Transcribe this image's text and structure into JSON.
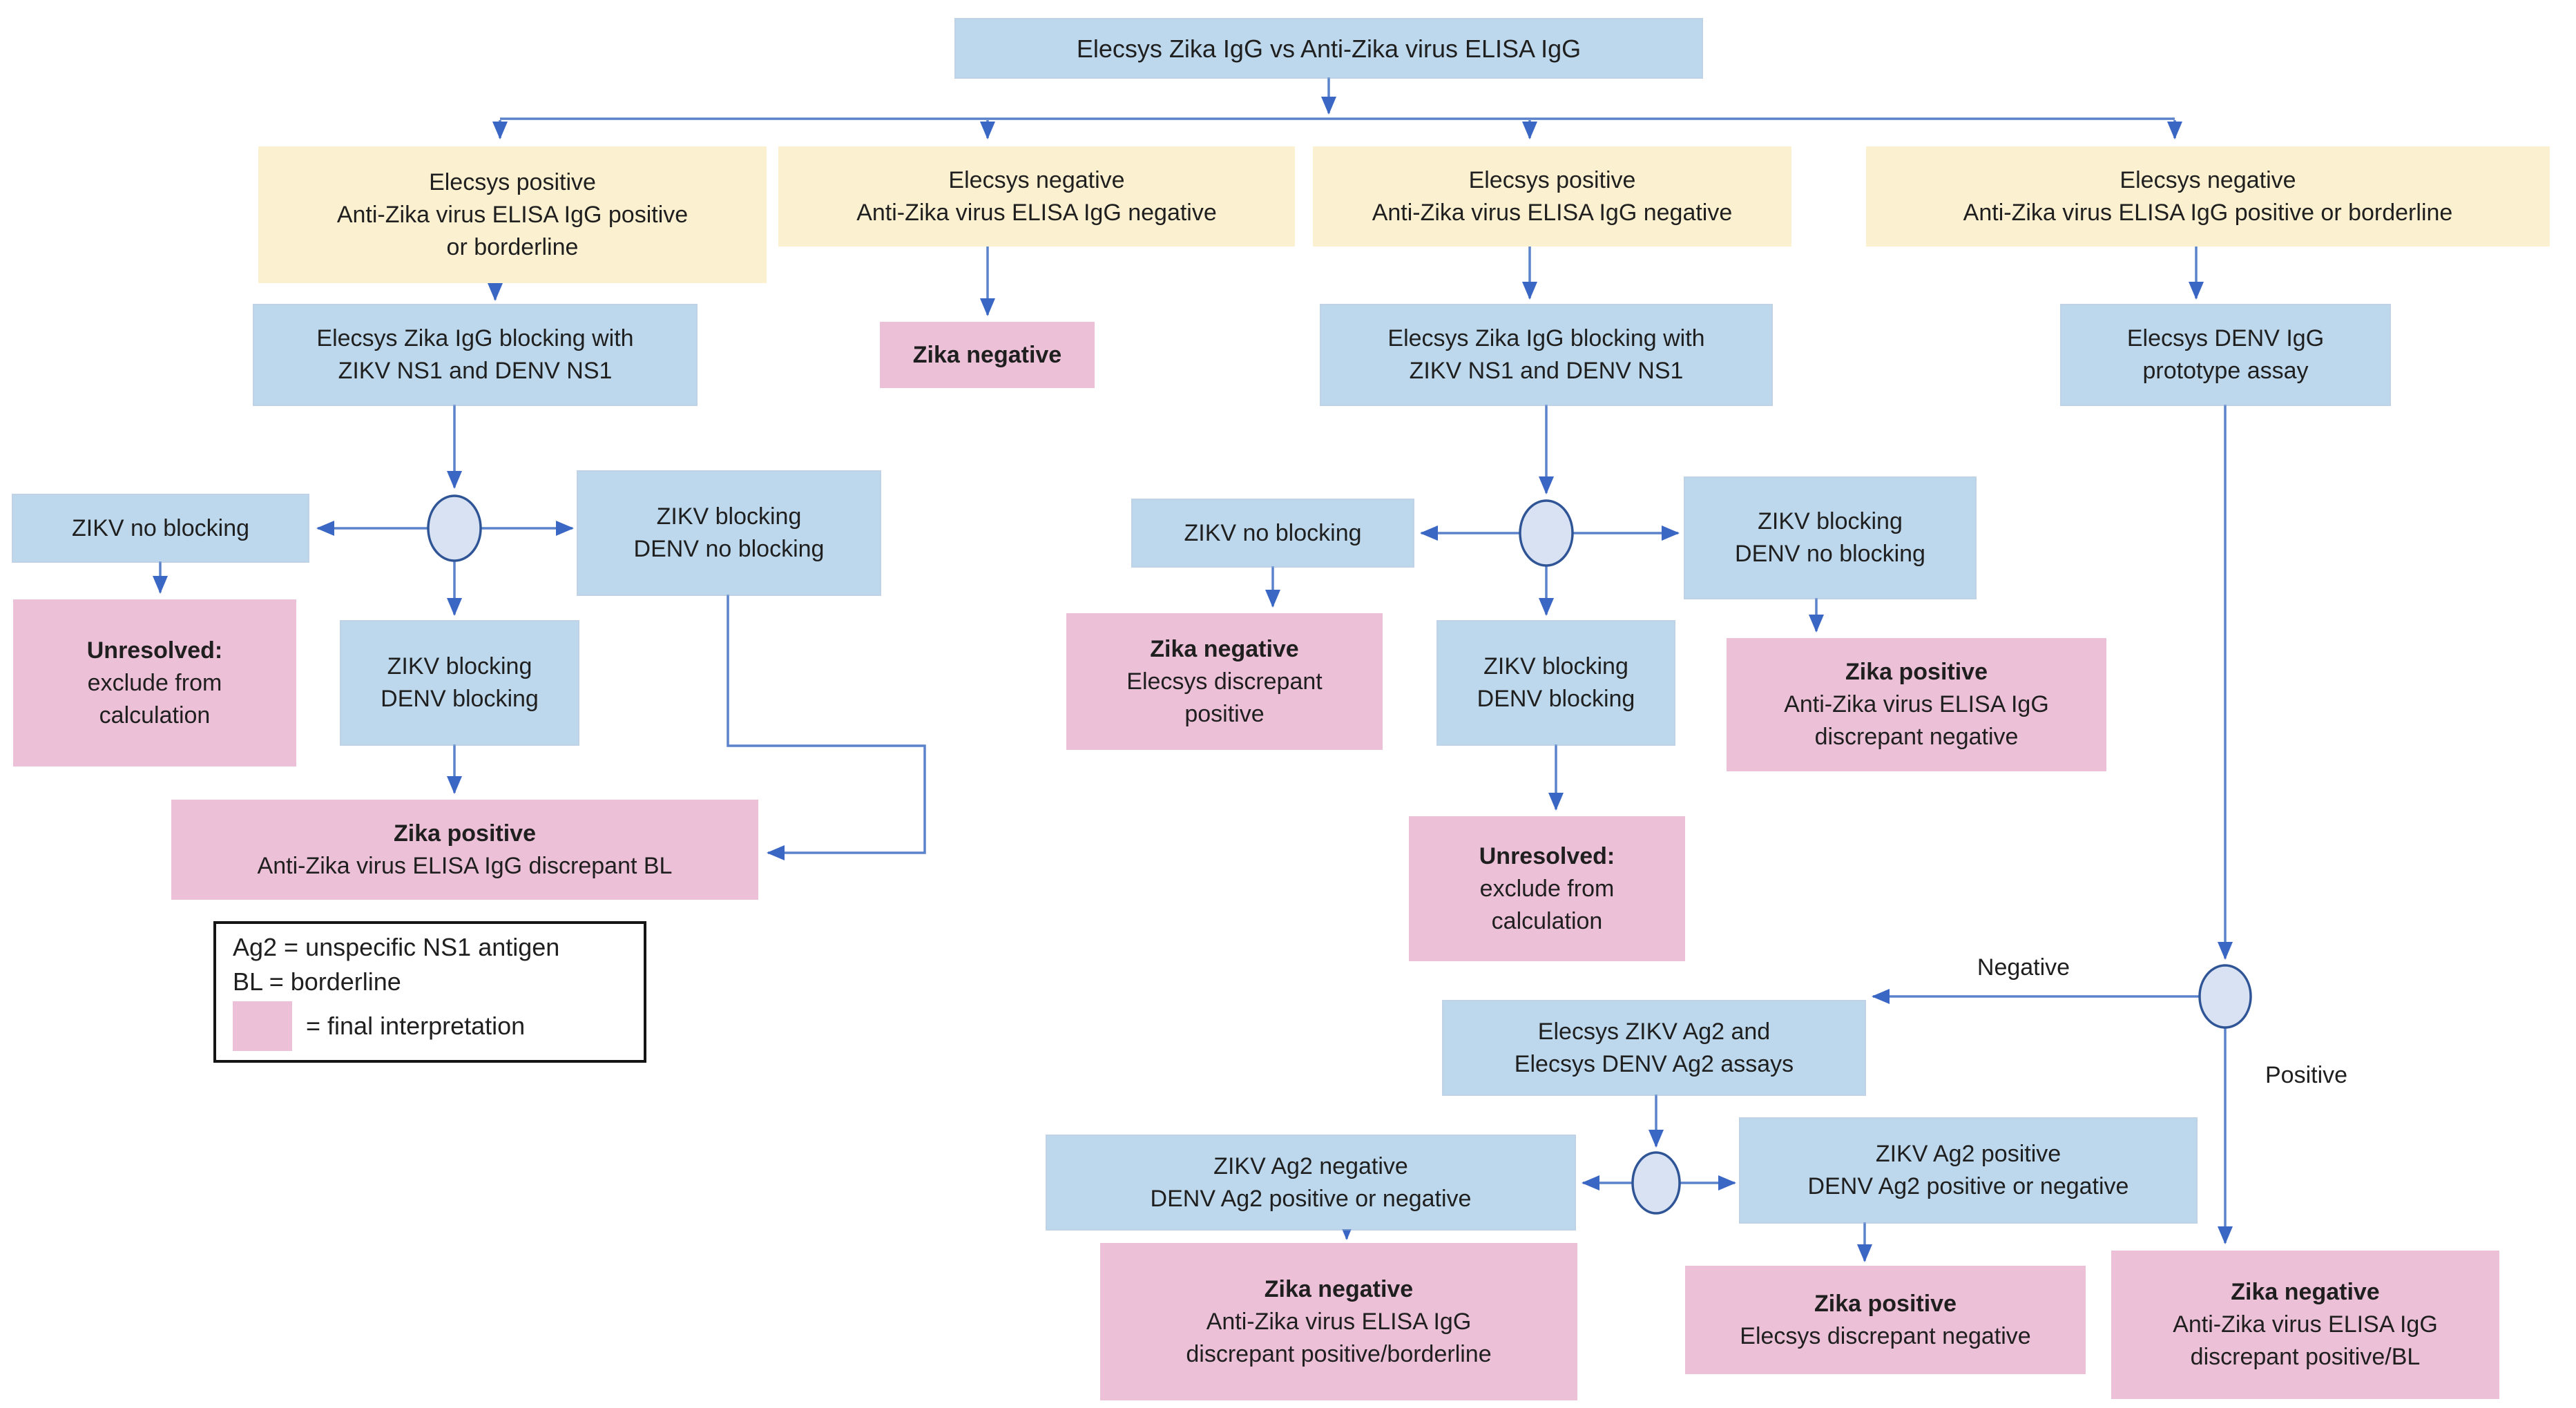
{
  "diagram": {
    "title": "Elecsys Zika IgG vs Anti-Zika virus ELISA IgG",
    "colors": {
      "condition_fill": "#FBF0D0",
      "process_fill": "#BDD8EC",
      "final_interpretation_fill": "#ECC0D7",
      "connector_line": "#5B83CC",
      "arrowhead": "#3A66C4",
      "junction_fill": "#D9E2F3",
      "junction_stroke": "#2F5597"
    },
    "branch_labels": {
      "negative": "Negative",
      "positive": "Positive"
    },
    "nodes": {
      "cond1": {
        "lines": [
          "Elecsys positive",
          "Anti-Zika virus ELISA IgG positive",
          "or borderline"
        ]
      },
      "cond2": {
        "lines": [
          "Elecsys negative",
          "Anti-Zika virus ELISA IgG negative"
        ]
      },
      "cond3": {
        "lines": [
          "Elecsys positive",
          "Anti-Zika virus ELISA IgG negative"
        ]
      },
      "cond4": {
        "lines": [
          "Elecsys negative",
          "Anti-Zika virus ELISA IgG positive or borderline"
        ]
      },
      "block_left": {
        "lines": [
          "Elecsys Zika IgG blocking with",
          "ZIKV NS1 and DENV NS1"
        ]
      },
      "zika_negative_simple": {
        "lines": [
          "Zika negative"
        ]
      },
      "block_mid": {
        "lines": [
          "Elecsys Zika IgG blocking with",
          "ZIKV NS1 and DENV NS1"
        ]
      },
      "denv_prototype": {
        "lines": [
          "Elecsys DENV IgG",
          "prototype assay"
        ]
      },
      "zikv_no_blocking_left": {
        "lines": [
          "ZIKV no blocking"
        ]
      },
      "zikv_block_denv_no_left": {
        "lines": [
          "ZIKV blocking",
          "DENV no blocking"
        ]
      },
      "zikv_block_denv_block_left": {
        "lines": [
          "ZIKV blocking",
          "DENV blocking"
        ]
      },
      "unresolved_left": {
        "lines": [
          "Unresolved:",
          "exclude from",
          "calculation"
        ]
      },
      "zika_positive_bl": {
        "lines": [
          "Zika positive",
          "Anti-Zika virus ELISA IgG discrepant BL"
        ]
      },
      "zikv_no_blocking_mid": {
        "lines": [
          "ZIKV no blocking"
        ]
      },
      "zikv_block_denv_no_mid": {
        "lines": [
          "ZIKV blocking",
          "DENV no blocking"
        ]
      },
      "zika_neg_discrepant_pos": {
        "lines": [
          "Zika negative",
          "Elecsys discrepant",
          "positive"
        ]
      },
      "zikv_block_denv_block_mid": {
        "lines": [
          "ZIKV blocking",
          "DENV blocking"
        ]
      },
      "zika_pos_discrepant_neg": {
        "lines": [
          "Zika positive",
          "Anti-Zika virus ELISA IgG",
          "discrepant negative"
        ]
      },
      "unresolved_mid": {
        "lines": [
          "Unresolved:",
          "exclude from",
          "calculation"
        ]
      },
      "ag2_assays": {
        "lines": [
          "Elecsys ZIKV Ag2 and",
          "Elecsys DENV Ag2 assays"
        ]
      },
      "ag2_negative": {
        "lines": [
          "ZIKV Ag2 negative",
          "DENV Ag2 positive or negative"
        ]
      },
      "ag2_positive": {
        "lines": [
          "ZIKV Ag2 positive",
          "DENV Ag2 positive or negative"
        ]
      },
      "zika_neg_disc_pos_borderline": {
        "lines": [
          "Zika negative",
          "Anti-Zika virus ELISA IgG",
          "discrepant positive/borderline"
        ]
      },
      "zika_pos_elecsys_disc_neg": {
        "lines": [
          "Zika positive",
          "Elecsys discrepant negative"
        ]
      },
      "zika_neg_disc_pos_bl": {
        "lines": [
          "Zika negative",
          "Anti-Zika virus ELISA IgG",
          "discrepant positive/BL"
        ]
      }
    },
    "legend": {
      "line1": "Ag2 = unspecific NS1 antigen",
      "line2": "BL = borderline",
      "line3": "= final interpretation"
    }
  }
}
